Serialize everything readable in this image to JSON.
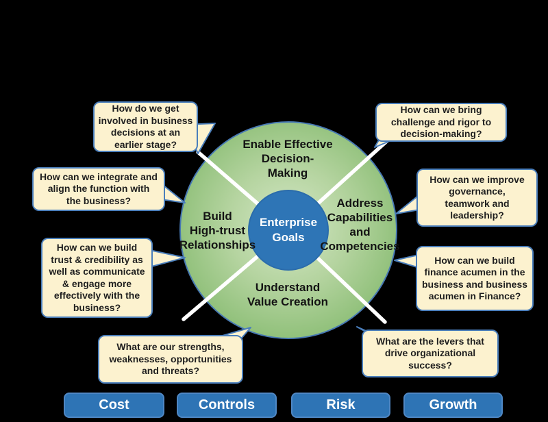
{
  "diagram": {
    "center": {
      "label": "Enterprise\nGoals"
    },
    "quadrants": {
      "top": "Enable Effective\nDecision-\nMaking",
      "left": "Build\nHigh-trust\nRelationships",
      "right": "Address\nCapabilities\nand\nCompetencies",
      "bottom": "Understand\nValue Creation"
    },
    "callouts": [
      {
        "text": "How do we get\ninvolved in business\ndecisions at an\nearlier stage?"
      },
      {
        "text": "How can we integrate and\nalign the function with\nthe business?"
      },
      {
        "text": "How can we build\ntrust & credibility as\nwell as communicate\n& engage more\neffectively with the\nbusiness?"
      },
      {
        "text": "What are our strengths,\nweaknesses, opportunities\nand threats?"
      },
      {
        "text": "How can we bring\nchallenge and rigor to\ndecision-making?"
      },
      {
        "text": "How can we improve\ngovernance,\nteamwork and\nleadership?"
      },
      {
        "text": "How can we build\nfinance acumen in the\nbusiness and business\nacumen in Finance?"
      },
      {
        "text": "What are the levers that\ndrive organizational\nsuccess?"
      }
    ],
    "buttons": [
      {
        "label": "Cost"
      },
      {
        "label": "Controls"
      },
      {
        "label": "Risk"
      },
      {
        "label": "Growth"
      }
    ],
    "colors": {
      "background": "#000000",
      "bubble_fill": "#FCF2CF",
      "bubble_border": "#4A7EBB",
      "center_circle": "#2E75B6",
      "ring_green_inner": "#D0E5C2",
      "ring_green_outer": "#8CBE76",
      "divider_lines": "#FFFFFF",
      "button_fill": "#2E74B5",
      "button_text": "#FFFFFF"
    }
  }
}
